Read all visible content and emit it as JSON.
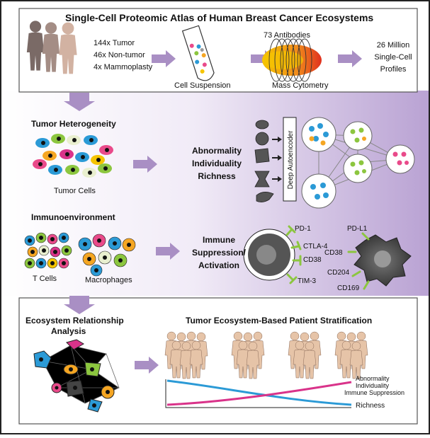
{
  "top": {
    "title": "Single-Cell Proteomic Atlas of Human Breast Cancer Ecosystems",
    "tumor": "144x Tumor",
    "nontumor": "46x Non-tumor",
    "mammoplasty": "4x Mammoplasty",
    "cell_suspension": "Cell Suspension",
    "antibodies": "73 Antibodies",
    "mass_cytometry": "Mass Cytometry",
    "profiles_1": "26 Million",
    "profiles_2": "Single-Cell",
    "profiles_3": "Profiles"
  },
  "heterogeneity": {
    "title": "Tumor Heterogeneity",
    "cells_label": "Tumor Cells",
    "m1": "Abnormality",
    "m2": "Individuality",
    "m3": "Richness",
    "autoencoder": "Deep Autoencoder"
  },
  "immune": {
    "title": "Immunoenvironment",
    "tcells": "T Cells",
    "macrophages": "Macrophages",
    "m1": "Immune",
    "m2": "Suppression/",
    "m3": "Activation",
    "pd1": "PD-1",
    "ctla4": "CTLA-4",
    "cd38_t": "CD38",
    "tim3": "TIM-3",
    "pdl1": "PD-L1",
    "cd38_m": "CD38",
    "cd204": "CD204",
    "cd169": "CD169"
  },
  "bottom": {
    "analysis_1": "Ecosystem Relationship",
    "analysis_2": "Analysis",
    "strat_title": "Tumor Ecosystem-Based Patient Stratification",
    "abnormality": "Abnormality",
    "individuality": "Individuality",
    "immune_suppression": "Immune Suppression",
    "richness": "Richness"
  },
  "colors": {
    "arrow": "#a98fc4",
    "gradient_end": "#b9a2d3",
    "richness_line": "#2b9ad6",
    "abnormality_line": "#d9338a",
    "marker_green": "#8cc63f",
    "skin": "#e6c4a8"
  }
}
